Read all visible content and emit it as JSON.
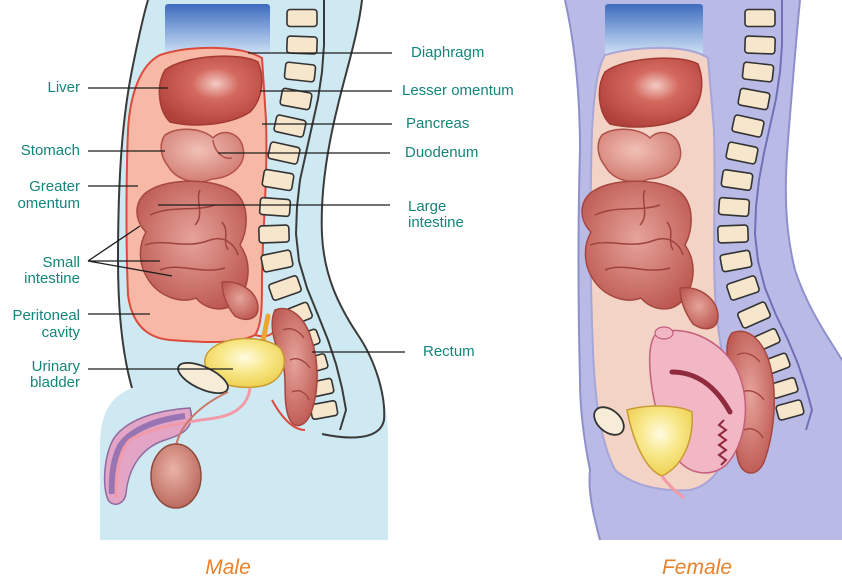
{
  "labels": {
    "diaphragm": "Diaphragm",
    "lesser_omentum": "Lesser omentum",
    "pancreas": "Pancreas",
    "duodenum": "Duodenum",
    "large_intestine": "Large\nintestine",
    "rectum": "Rectum",
    "liver": "Liver",
    "stomach": "Stomach",
    "greater_omentum": "Greater\nomentum",
    "small_intestine": "Small\nintestine",
    "peritoneal_cavity": "Peritoneal\ncavity",
    "urinary_bladder": "Urinary\nbladder"
  },
  "captions": {
    "male": "Male",
    "female": "Female"
  },
  "colors": {
    "label": "#13857a",
    "caption": "#e8822c",
    "male_body": "#cfe9f2",
    "female_body": "#b9bbe6",
    "cavity_male": "#f7b8a5",
    "cavity_female": "#f3d3c5",
    "organ": "#c45c54",
    "uterus": "#f2b7c4",
    "vertebra": "#f6e6cc"
  }
}
